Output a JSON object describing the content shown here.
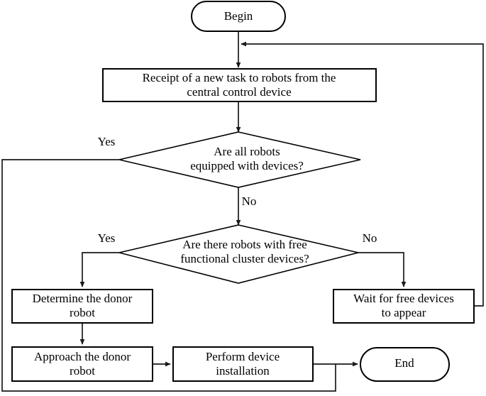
{
  "diagram": {
    "type": "flowchart",
    "title": "Robot device installation task flowchart",
    "background_color": "#ffffff",
    "line_color": "#1a1a1a",
    "text_color": "#000000",
    "nodes": {
      "begin": {
        "shape": "terminator",
        "label": "Begin"
      },
      "receipt": {
        "shape": "process",
        "line1": "Receipt of a new task to robots from the",
        "line2": "central control device"
      },
      "decision_all_equipped": {
        "shape": "decision",
        "line1": "Are all robots",
        "line2": "equipped with devices?"
      },
      "decision_free_cluster": {
        "shape": "decision",
        "line1": "Are there robots with free",
        "line2": "functional cluster devices?"
      },
      "determine_donor": {
        "shape": "process",
        "line1": "Determine the donor",
        "line2": "robot"
      },
      "wait_free_devices": {
        "shape": "process",
        "line1": "Wait for free devices",
        "line2": "to appear"
      },
      "approach_donor": {
        "shape": "process",
        "line1": "Approach the donor",
        "line2": "robot"
      },
      "perform_install": {
        "shape": "process",
        "line1": "Perform device",
        "line2": "installation"
      },
      "end": {
        "shape": "terminator",
        "label": "End"
      }
    },
    "edge_labels": {
      "d1_yes": "Yes",
      "d1_no": "No",
      "d2_yes": "Yes",
      "d2_no": "No"
    }
  }
}
